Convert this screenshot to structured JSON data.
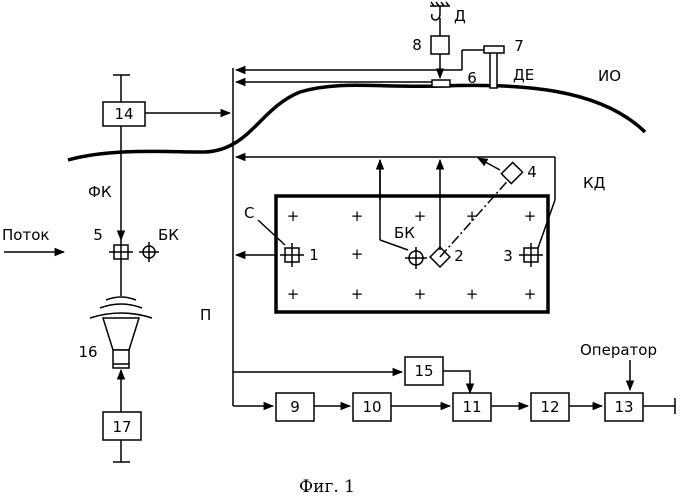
{
  "labels": {
    "d": "Д",
    "de": "ДЕ",
    "io": "ИО",
    "kd": "КД",
    "fk": "ФК",
    "bk_left": "БК",
    "bk_inner": "БК",
    "flow": "Поток",
    "s": "С",
    "p": "П",
    "operator": "Оператор",
    "caption": "Фиг. 1"
  },
  "blocks": {
    "b1": "1",
    "b2": "2",
    "b3": "3",
    "b4": "4",
    "b5": "5",
    "b6": "6",
    "b7": "7",
    "b8": "8",
    "b9": "9",
    "b10": "10",
    "b11": "11",
    "b12": "12",
    "b13": "13",
    "b14": "14",
    "b15": "15",
    "b16": "16",
    "b17": "17"
  },
  "plus_sign": "+"
}
